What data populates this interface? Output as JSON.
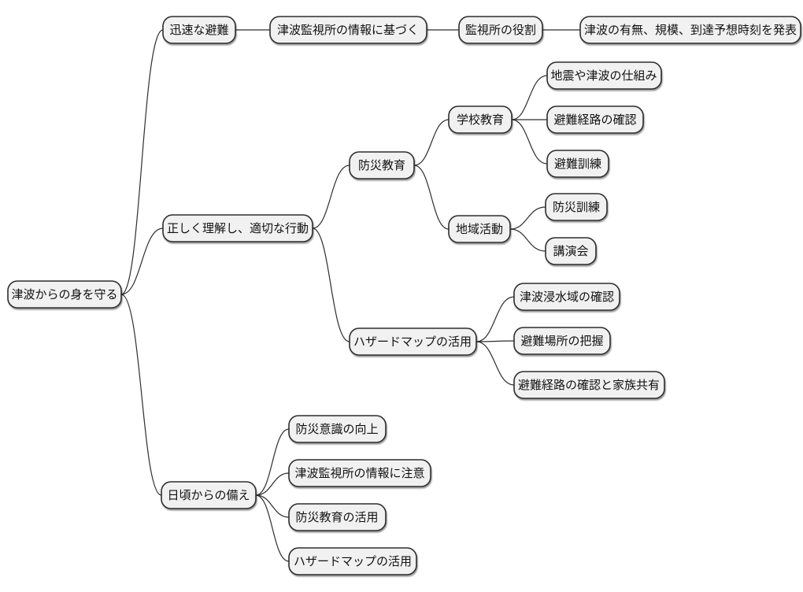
{
  "diagram": {
    "type": "mindmap",
    "title": "津波からの身を守る",
    "style": {
      "background": "#ffffff",
      "node_fill": "#f1f1f1",
      "node_border": "#2e2e2e",
      "edge_color": "#2e2e2e",
      "text_color": "#111111"
    },
    "root": {
      "label": "津波からの身を守る",
      "children": [
        {
          "label": "迅速な避難",
          "children": [
            {
              "label": "津波監視所の情報に基づく",
              "children": [
                {
                  "label": "監視所の役割",
                  "children": [
                    {
                      "label": "津波の有無、規模、到達予想時刻を発表",
                      "children": []
                    }
                  ]
                }
              ]
            }
          ]
        },
        {
          "label": "正しく理解し、適切な行動",
          "children": [
            {
              "label": "防災教育",
              "children": [
                {
                  "label": "学校教育",
                  "children": [
                    {
                      "label": "地震や津波の仕組み",
                      "children": []
                    },
                    {
                      "label": "避難経路の確認",
                      "children": []
                    },
                    {
                      "label": "避難訓練",
                      "children": []
                    }
                  ]
                },
                {
                  "label": "地域活動",
                  "children": [
                    {
                      "label": "防災訓練",
                      "children": []
                    },
                    {
                      "label": "講演会",
                      "children": []
                    }
                  ]
                }
              ]
            },
            {
              "label": "ハザードマップの活用",
              "children": [
                {
                  "label": "津波浸水域の確認",
                  "children": []
                },
                {
                  "label": "避難場所の把握",
                  "children": []
                },
                {
                  "label": "避難経路の確認と家族共有",
                  "children": []
                }
              ]
            }
          ]
        },
        {
          "label": "日頃からの備え",
          "children": [
            {
              "label": "防災意識の向上",
              "children": []
            },
            {
              "label": "津波監視所の情報に注意",
              "children": []
            },
            {
              "label": "防災教育の活用",
              "children": []
            },
            {
              "label": "ハザードマップの活用",
              "children": []
            }
          ]
        }
      ]
    }
  }
}
